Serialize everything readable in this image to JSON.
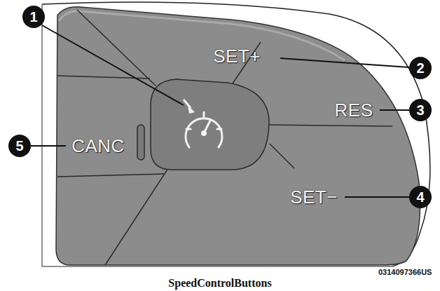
{
  "diagram": {
    "caption": "SpeedControlButtons",
    "labels": [
      "1",
      "2",
      "3",
      "4",
      "5",
      "SET+",
      "RES",
      "SET−",
      "CANC",
      "0314097366US"
    ]
  }
}
